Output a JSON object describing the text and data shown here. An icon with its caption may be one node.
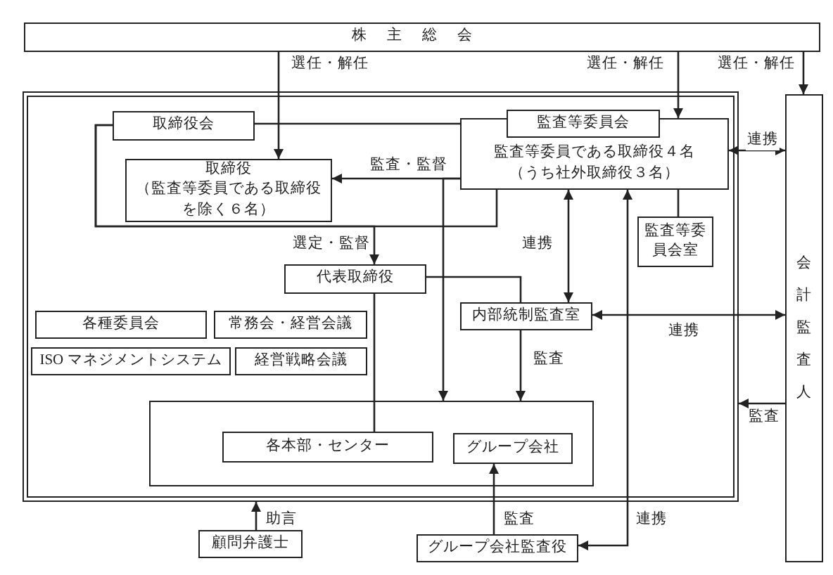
{
  "diagram": {
    "nodes": [
      {
        "text": [
          "株主総会"
        ]
      },
      {
        "text": [],
        "shape": "box"
      },
      {
        "text": [
          "取締役会"
        ],
        "in": 1
      },
      {
        "text": [
          "取締役",
          "（監査等委員である取締役を除く６名）"
        ],
        "in": 1
      },
      {
        "text": [
          "監査等委員である取締役４名（うち社外取締役３名）"
        ],
        "in": 1
      },
      {
        "text": [
          "監査等委員会室"
        ],
        "in": 1
      },
      {
        "text": [
          "代表取締役"
        ],
        "in": 1
      },
      {
        "text": [
          "各種委員会"
        ],
        "in": 1
      },
      {
        "text": [
          "常務会・経営会議"
        ],
        "in": 1
      },
      {
        "text": [
          "ISO マネジメントシステム"
        ],
        "in": 1
      },
      {
        "text": [
          "経営戦略会議"
        ],
        "in": 1
      },
      {
        "text": [
          "内部統制監査室"
        ],
        "in": 1
      },
      {
        "text": [],
        "shape": "box",
        "in": 1
      },
      {
        "text": [
          "各本部・センター"
        ],
        "in": 12
      },
      {
        "text": [
          "グループ会社"
        ],
        "in": 12
      },
      {
        "text": [
          "会計監査人"
        ]
      },
      {
        "text": [
          "顧問弁護士"
        ]
      },
      {
        "text": [
          "グループ会社監査役"
        ]
      },
      {
        "text": [
          "監査等委員会"
        ],
        "in": 1
      }
    ],
    "edges": [
      {
        "from": 0,
        "to": 3,
        "arrow": "to",
        "label": "選任・解任"
      },
      {
        "from": 0,
        "to": 4,
        "arrow": "to",
        "label": "選任・解任"
      },
      {
        "from": 0,
        "to": 15,
        "arrow": "to",
        "label": "選任・解任"
      },
      {
        "from": 2,
        "to": 4,
        "arrow": "none"
      },
      {
        "from": 2,
        "to": 4,
        "arrow": "none"
      },
      {
        "from": 2,
        "to": 6,
        "arrow": "to",
        "label": "選定・監督"
      },
      {
        "from": 4,
        "to": 3,
        "arrow": "to",
        "label": "監査・監督"
      },
      {
        "from": 4,
        "to": 12,
        "arrow": "to"
      },
      {
        "from": 4,
        "to": 11,
        "arrow": "both",
        "label": "連携"
      },
      {
        "from": 6,
        "to": 11,
        "arrow": "none"
      },
      {
        "from": 6,
        "to": 13,
        "arrow": "none"
      },
      {
        "from": 11,
        "to": 15,
        "arrow": "both",
        "label": "連携"
      },
      {
        "from": 11,
        "to": 12,
        "arrow": "to",
        "label": "監査"
      },
      {
        "from": 4,
        "to": 17,
        "arrow": "both",
        "label": "連携"
      },
      {
        "from": 17,
        "to": 14,
        "arrow": "to",
        "label": "監査"
      },
      {
        "from": 16,
        "to": 1,
        "arrow": "to",
        "label": "助言"
      },
      {
        "from": 15,
        "to": 1,
        "arrow": "to",
        "label": "監査"
      },
      {
        "from": 4,
        "to": 15,
        "arrow": "both",
        "label": "連携"
      },
      {
        "from": 4,
        "to": 5,
        "arrow": "none"
      }
    ]
  }
}
